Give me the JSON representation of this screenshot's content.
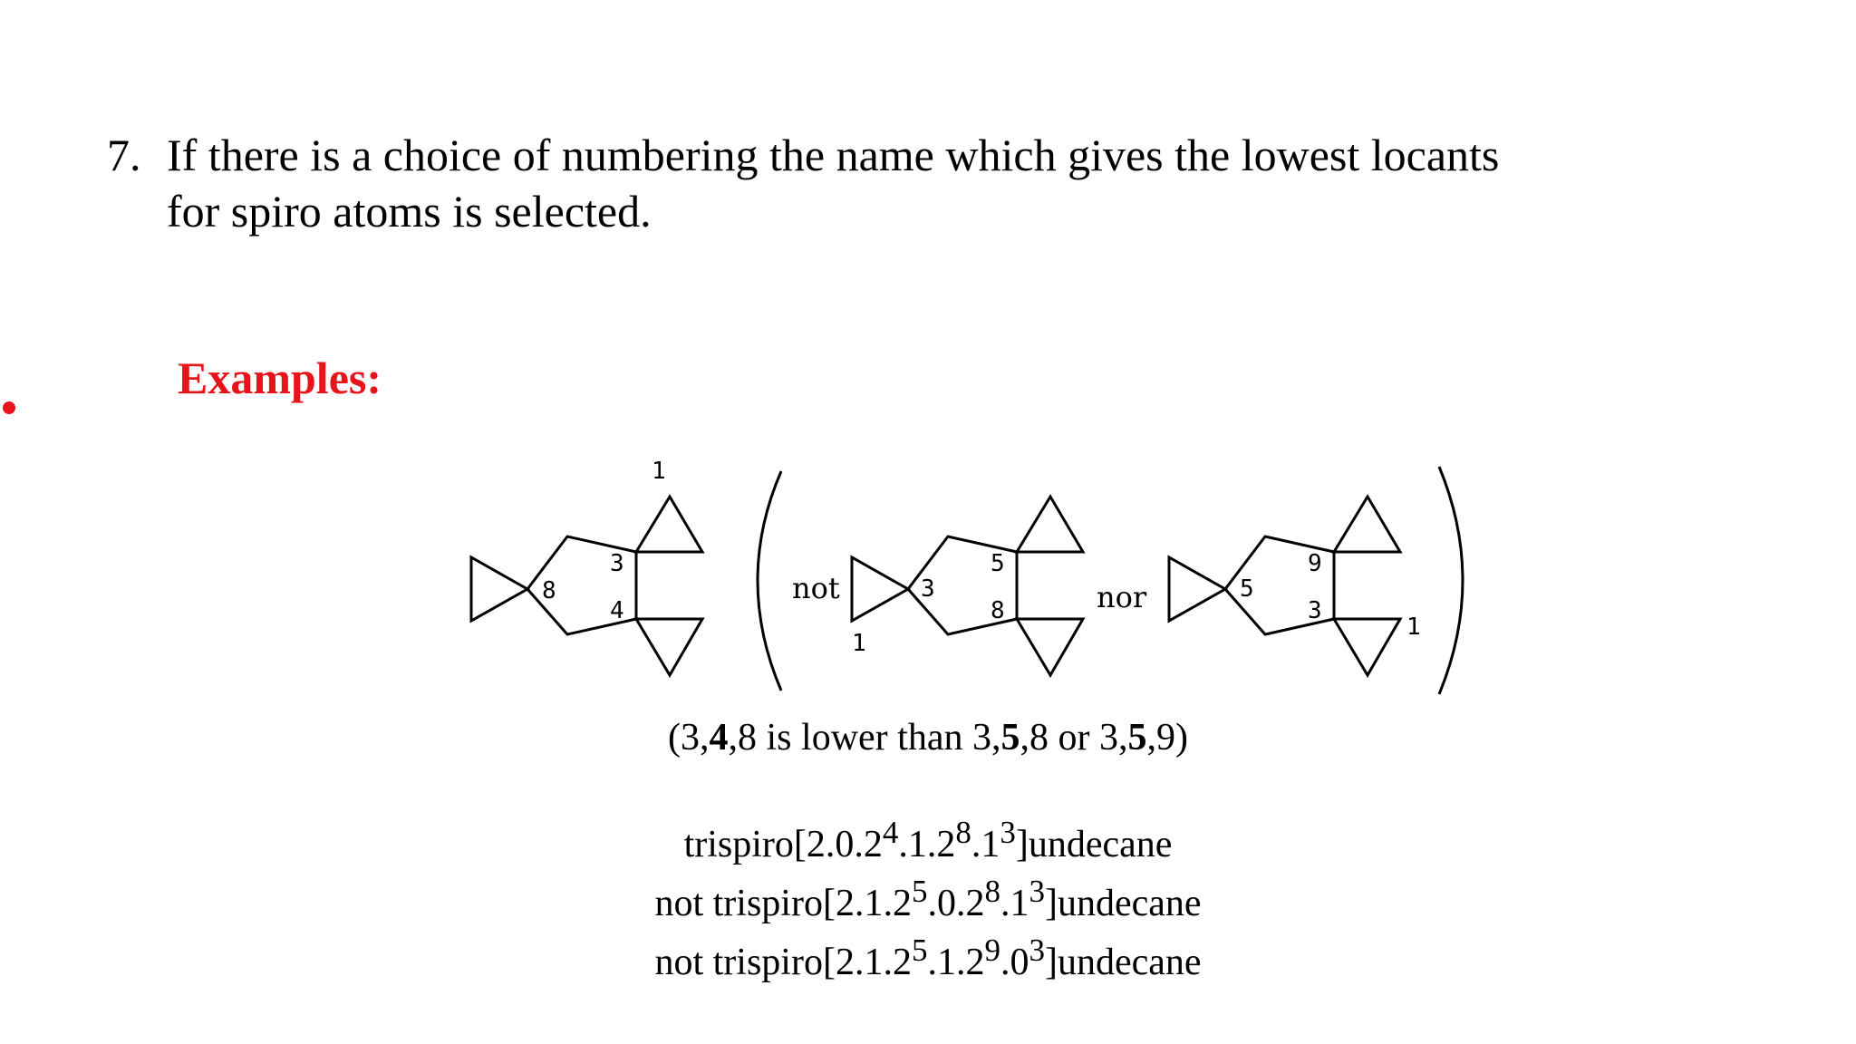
{
  "rule": {
    "number": "7.",
    "line1": "If there is a choice of numbering the name which gives the lowest locants",
    "line2": "for spiro atoms is selected."
  },
  "examples_label": "Examples:",
  "diagram": {
    "structure1_labels": [
      "1",
      "3",
      "4",
      "8"
    ],
    "structure2_labels": [
      "1",
      "3",
      "5",
      "8"
    ],
    "structure3_labels": [
      "1",
      "3",
      "5",
      "9"
    ],
    "word_not": "not",
    "word_nor": "nor"
  },
  "comparison": {
    "open": "(3,",
    "b1": "4",
    "mid1": ",8 is lower than 3,",
    "b2": "5",
    "mid2": ",8 or 3,",
    "b3": "5",
    "close": ",9)"
  },
  "names": [
    {
      "parts": [
        "trispiro[2.0.2",
        "4",
        ".1.2",
        "8",
        ".1",
        "3",
        "]undecane"
      ]
    },
    {
      "parts": [
        "not trispiro[2.1.2",
        "5",
        ".0.2",
        "8",
        ".1",
        "3",
        "]undecane"
      ]
    },
    {
      "parts": [
        "not trispiro[2.1.2",
        "5",
        ".1.2",
        "9",
        ".0",
        "3",
        "]undecane"
      ]
    }
  ]
}
